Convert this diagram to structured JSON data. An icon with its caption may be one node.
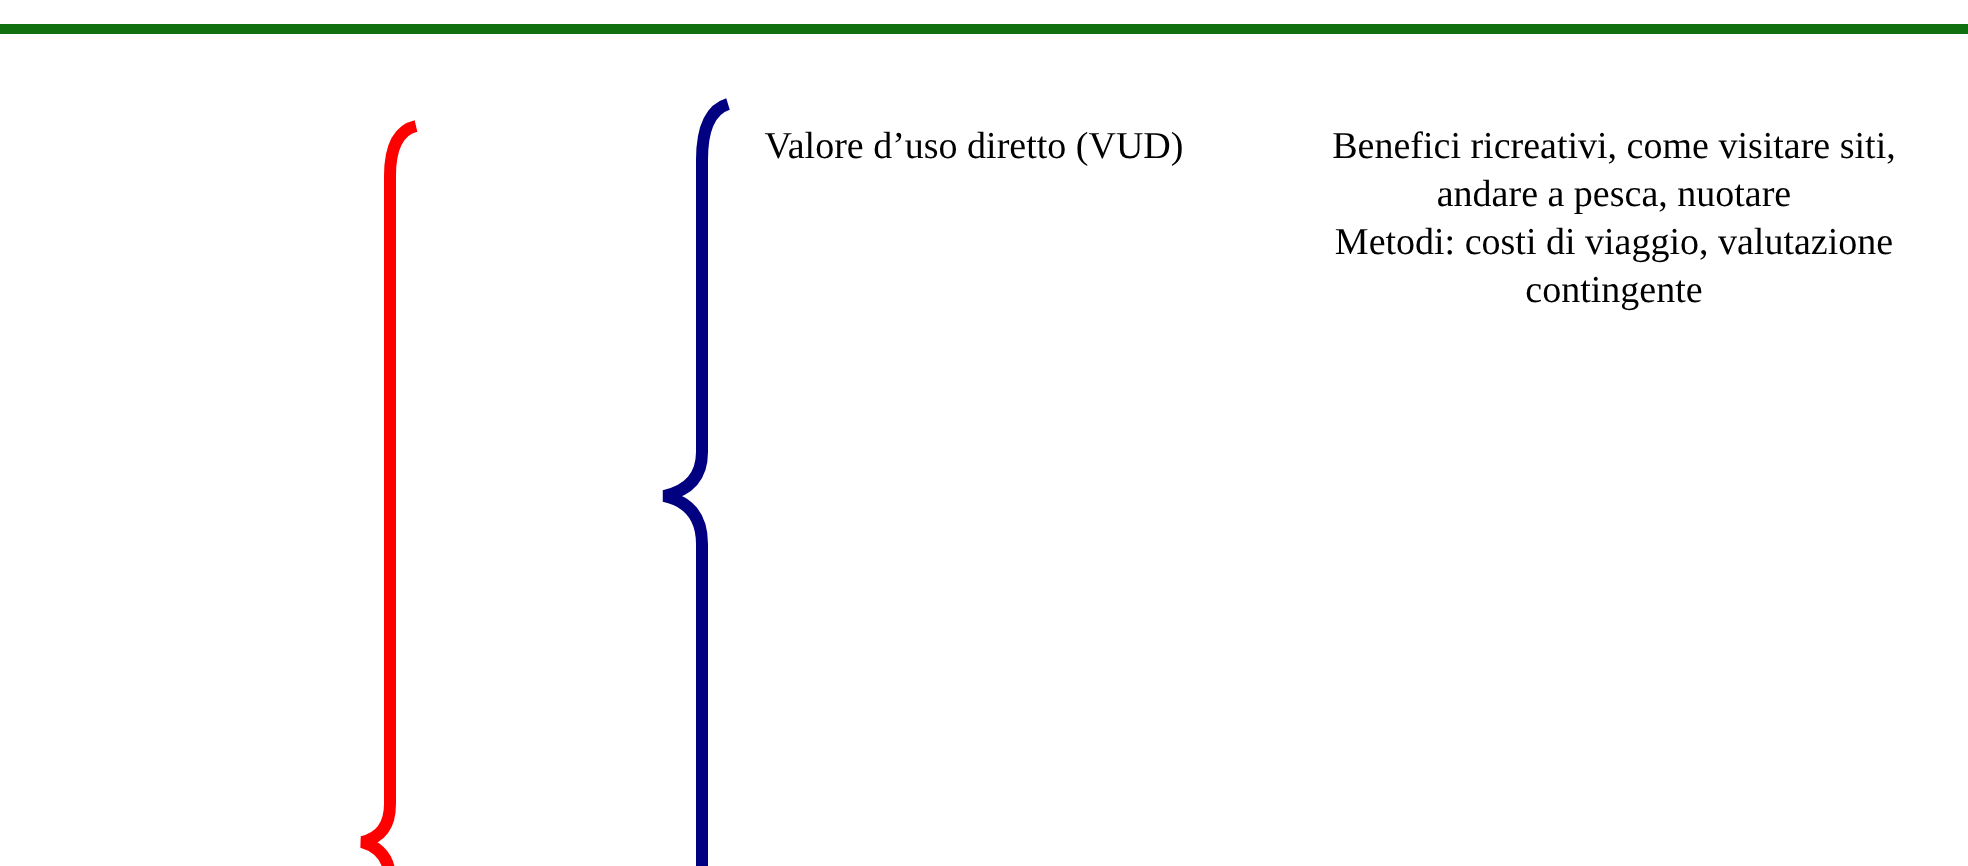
{
  "diagram": {
    "labels": [
      "Valore d’uso diretto (VUD)",
      "Benefici ricreativi, come visitare siti, andare a pesca, nuotare",
      "Metodi: costi di viaggio, valutazione contingente"
    ]
  }
}
